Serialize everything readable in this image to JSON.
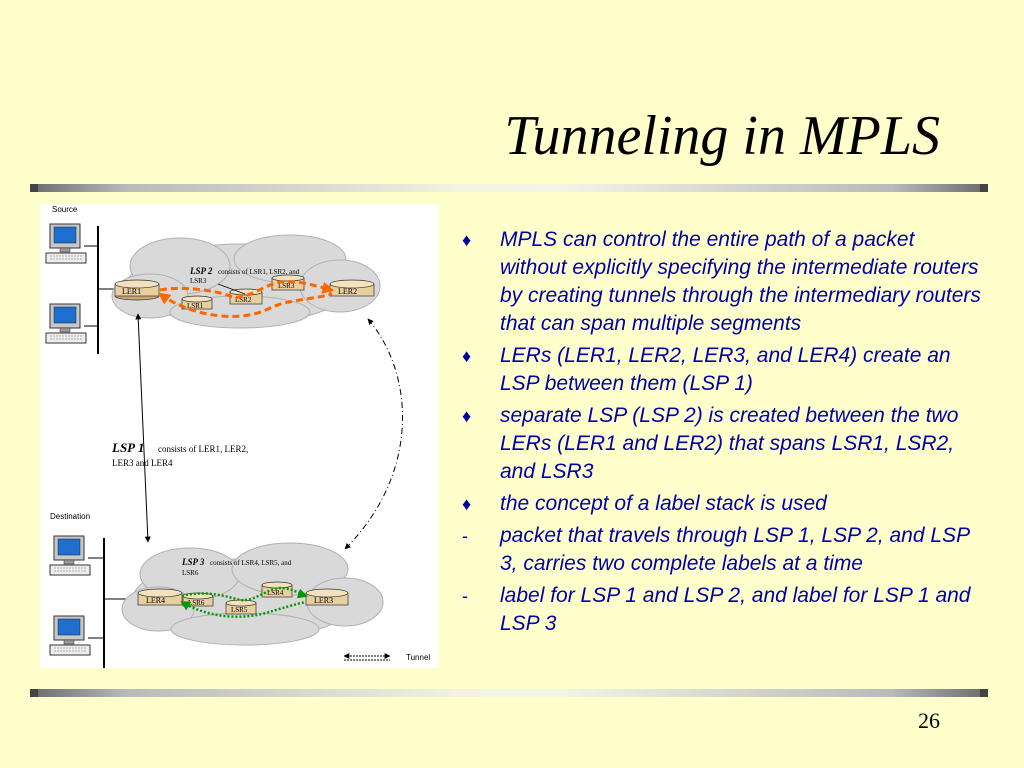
{
  "slide": {
    "title": "Tunneling in MPLS",
    "page_number": "26"
  },
  "bullets": [
    {
      "marker": "♦",
      "text": "MPLS can control the entire path of a packet without explicitly specifying the intermediate routers by creating tunnels through the intermediary routers that can span multiple segments"
    },
    {
      "marker": "♦",
      "text": "LERs (LER1, LER2, LER3, and LER4) create an LSP between them (LSP 1)"
    },
    {
      "marker": "♦",
      "text": "separate LSP (LSP 2) is created between the two LERs (LER1 and LER2) that spans LSR1, LSR2, and LSR3"
    },
    {
      "marker": "♦",
      "text": "the concept of a label stack is used"
    },
    {
      "marker": "-",
      "text": "packet that travels through LSP 1, LSP 2, and LSP 3, carries two complete labels at a time"
    },
    {
      "marker": "-",
      "text": "label for LSP 1 and LSP 2, and label for LSP 1 and LSP 3"
    }
  ],
  "diagram": {
    "source_label": "Source",
    "destination_label": "Destination",
    "lsp2_name": "LSP 2",
    "lsp2_desc_1": "consists of LSR1, LSR2, and",
    "lsp2_desc_2": "LSR3",
    "lsp1_name": "LSP 1",
    "lsp1_desc_1": "consists of LER1, LER2,",
    "lsp1_desc_2": "LER3 and LER4",
    "lsp3_name": "LSP 3",
    "lsp3_desc_1": "consists of LSR4, LSR5, and",
    "lsp3_desc_2": "LSR6",
    "tunnel_label": "Tunnel",
    "routers": {
      "ler1": "LER1",
      "ler2": "LER2",
      "lsr1": "LSR1",
      "lsr2": "LSR2",
      "lsr3": "LSR3",
      "ler4": "LER4",
      "ler3": "LER3",
      "lsr4": "LSR4",
      "lsr5": "LSR5",
      "lsr6": "LSR6"
    },
    "colors": {
      "lsp2_path": "#ff6600",
      "lsp3_path": "#009900",
      "router_fill": "#e8cfa0",
      "cloud": "#d9d9d9"
    }
  }
}
